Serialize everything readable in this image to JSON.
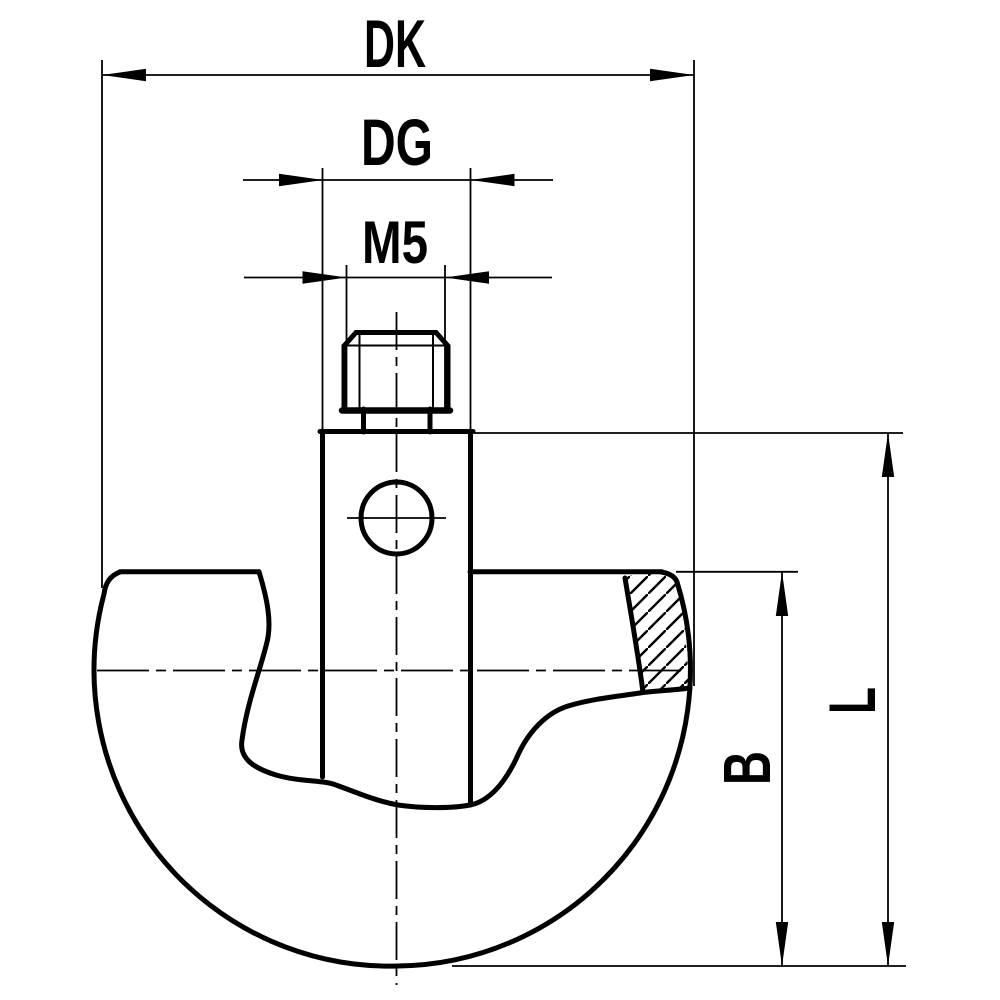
{
  "drawing": {
    "type": "technical-drawing",
    "view": "front section view of M5 screw stylus with spherical body",
    "colors": {
      "background": "#ffffff",
      "ink": "#000000"
    },
    "labels": {
      "dk": "DK",
      "dg": "DG",
      "m5": "M5",
      "length": "L",
      "width": "B"
    }
  }
}
